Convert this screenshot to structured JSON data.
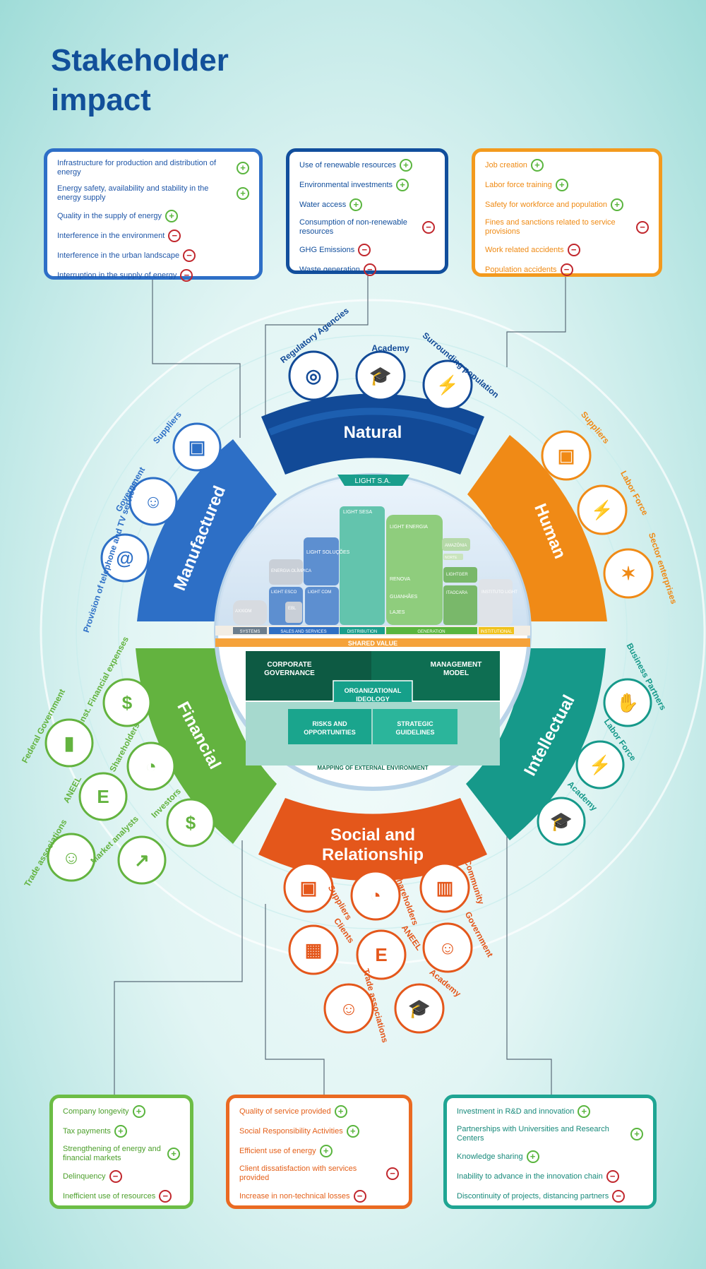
{
  "title": "Stakeholder impact",
  "boxes": {
    "manufactured": [
      {
        "text": "Infrastructure for production and distribution of energy",
        "sign": "+"
      },
      {
        "text": "Energy safety, availability and stability in the energy supply",
        "sign": "+"
      },
      {
        "text": "Quality in the supply of energy",
        "sign": "+"
      },
      {
        "text": "Interference in the environment",
        "sign": "−"
      },
      {
        "text": "Interference in the urban landscape",
        "sign": "−"
      },
      {
        "text": "Interruption in the supply of energy",
        "sign": "−"
      }
    ],
    "natural": [
      {
        "text": "Use of renewable resources",
        "sign": "+"
      },
      {
        "text": "Environmental investments",
        "sign": "+"
      },
      {
        "text": "Water access",
        "sign": "+"
      },
      {
        "text": "Consumption of non-renewable resources",
        "sign": "−"
      },
      {
        "text": "GHG Emissions",
        "sign": "−"
      },
      {
        "text": "Waste generation",
        "sign": "−"
      }
    ],
    "human": [
      {
        "text": "Job creation",
        "sign": "+"
      },
      {
        "text": "Labor force training",
        "sign": "+"
      },
      {
        "text": "Safety for workforce and population",
        "sign": "+"
      },
      {
        "text": "Fines and sanctions related to service provisions",
        "sign": "−"
      },
      {
        "text": "Work related accidents",
        "sign": "−"
      },
      {
        "text": "Population accidents",
        "sign": "−"
      }
    ],
    "financial": [
      {
        "text": "Company longevity",
        "sign": "+"
      },
      {
        "text": "Tax payments",
        "sign": "+"
      },
      {
        "text": "Strengthening of energy and financial markets",
        "sign": "+"
      },
      {
        "text": "Delinquency",
        "sign": "−"
      },
      {
        "text": "Inefficient use of resources",
        "sign": "−"
      }
    ],
    "social": [
      {
        "text": "Quality of service provided",
        "sign": "+"
      },
      {
        "text": "Social Responsibility Activities",
        "sign": "+"
      },
      {
        "text": "Efficient use of energy",
        "sign": "+"
      },
      {
        "text": "Client dissatisfaction with services provided",
        "sign": "−"
      },
      {
        "text": "Increase in non-technical losses",
        "sign": "−"
      }
    ],
    "intellectual": [
      {
        "text": "Investment in R&D and innovation",
        "sign": "+"
      },
      {
        "text": "Partnerships with Universities and Research Centers",
        "sign": "+"
      },
      {
        "text": "Knowledge sharing",
        "sign": "+"
      },
      {
        "text": "Inability to advance in the innovation chain",
        "sign": "−"
      },
      {
        "text": "Discontinuity of projects, distancing partners",
        "sign": "−"
      }
    ]
  },
  "capitals": {
    "natural": "Natural",
    "human": "Human",
    "manufactured": "Manufactured",
    "financial": "Financial",
    "intellectual": "Intellectual",
    "social_1": "Social and",
    "social_2": "Relationship"
  },
  "stakeholders": {
    "natural": [
      "Regulatory Agencies",
      "Academy",
      "Surrounding population"
    ],
    "manufactured": [
      "Suppliers",
      "Government",
      "Provision of telephone and TV services"
    ],
    "human": [
      "Suppliers",
      "Labor Force",
      "Sector enterprises"
    ],
    "financial": [
      "Inst. Financial expenses",
      "Federal Government",
      "Shareholders",
      "ANEEL",
      "Investors",
      "Trade associations",
      "Market analysts"
    ],
    "intellectual": [
      "Business Partners",
      "Labor Force",
      "Academy"
    ],
    "social": [
      "Suppliers",
      "Shareholders",
      "Community",
      "Clients",
      "ANEEL",
      "Government",
      "Trade associations",
      "Academy"
    ]
  },
  "center": {
    "company": "LIGHT S.A.",
    "blocks": [
      "LIGHT SESA",
      "LIGHT ENERGIA",
      "AMAZÔNIA",
      "NORTE",
      "LIGHTGER",
      "ITAOCARA",
      "INSTITUTO LIGHT",
      "RENOVA",
      "GUANHÃES",
      "LAJES",
      "LIGHT SOLUÇÕES",
      "ENERGIA OLÍMPICA",
      "LIGHT ESCO",
      "LIGHT COM",
      "EBL",
      "AXXIOM"
    ],
    "segments": [
      "SYSTEMS",
      "SALES AND SERVICES",
      "DISTRIBUTION",
      "GENERATION",
      "INSTITUTIONAL"
    ],
    "shared_value": "SHARED VALUE",
    "gov_1": "CORPORATE",
    "gov_2": "GOVERNANCE",
    "mgmt_1": "MANAGEMENT",
    "mgmt_2": "MODEL",
    "ideo_1": "ORGANIZATIONAL",
    "ideo_2": "IDEOLOGY",
    "risk_1": "RISKS AND",
    "risk_2": "OPPORTUNITIES",
    "strat_1": "STRATEGIC",
    "strat_2": "GUIDELINES",
    "mapping": "MAPPING OF EXTERNAL ENVIRONMENT"
  },
  "colors": {
    "manufactured": "#2e6fc7",
    "natural": "#114e9c",
    "human": "#f39a1e",
    "financial": "#6cbd45",
    "social": "#ea6a22",
    "intellectual": "#1fa593"
  }
}
